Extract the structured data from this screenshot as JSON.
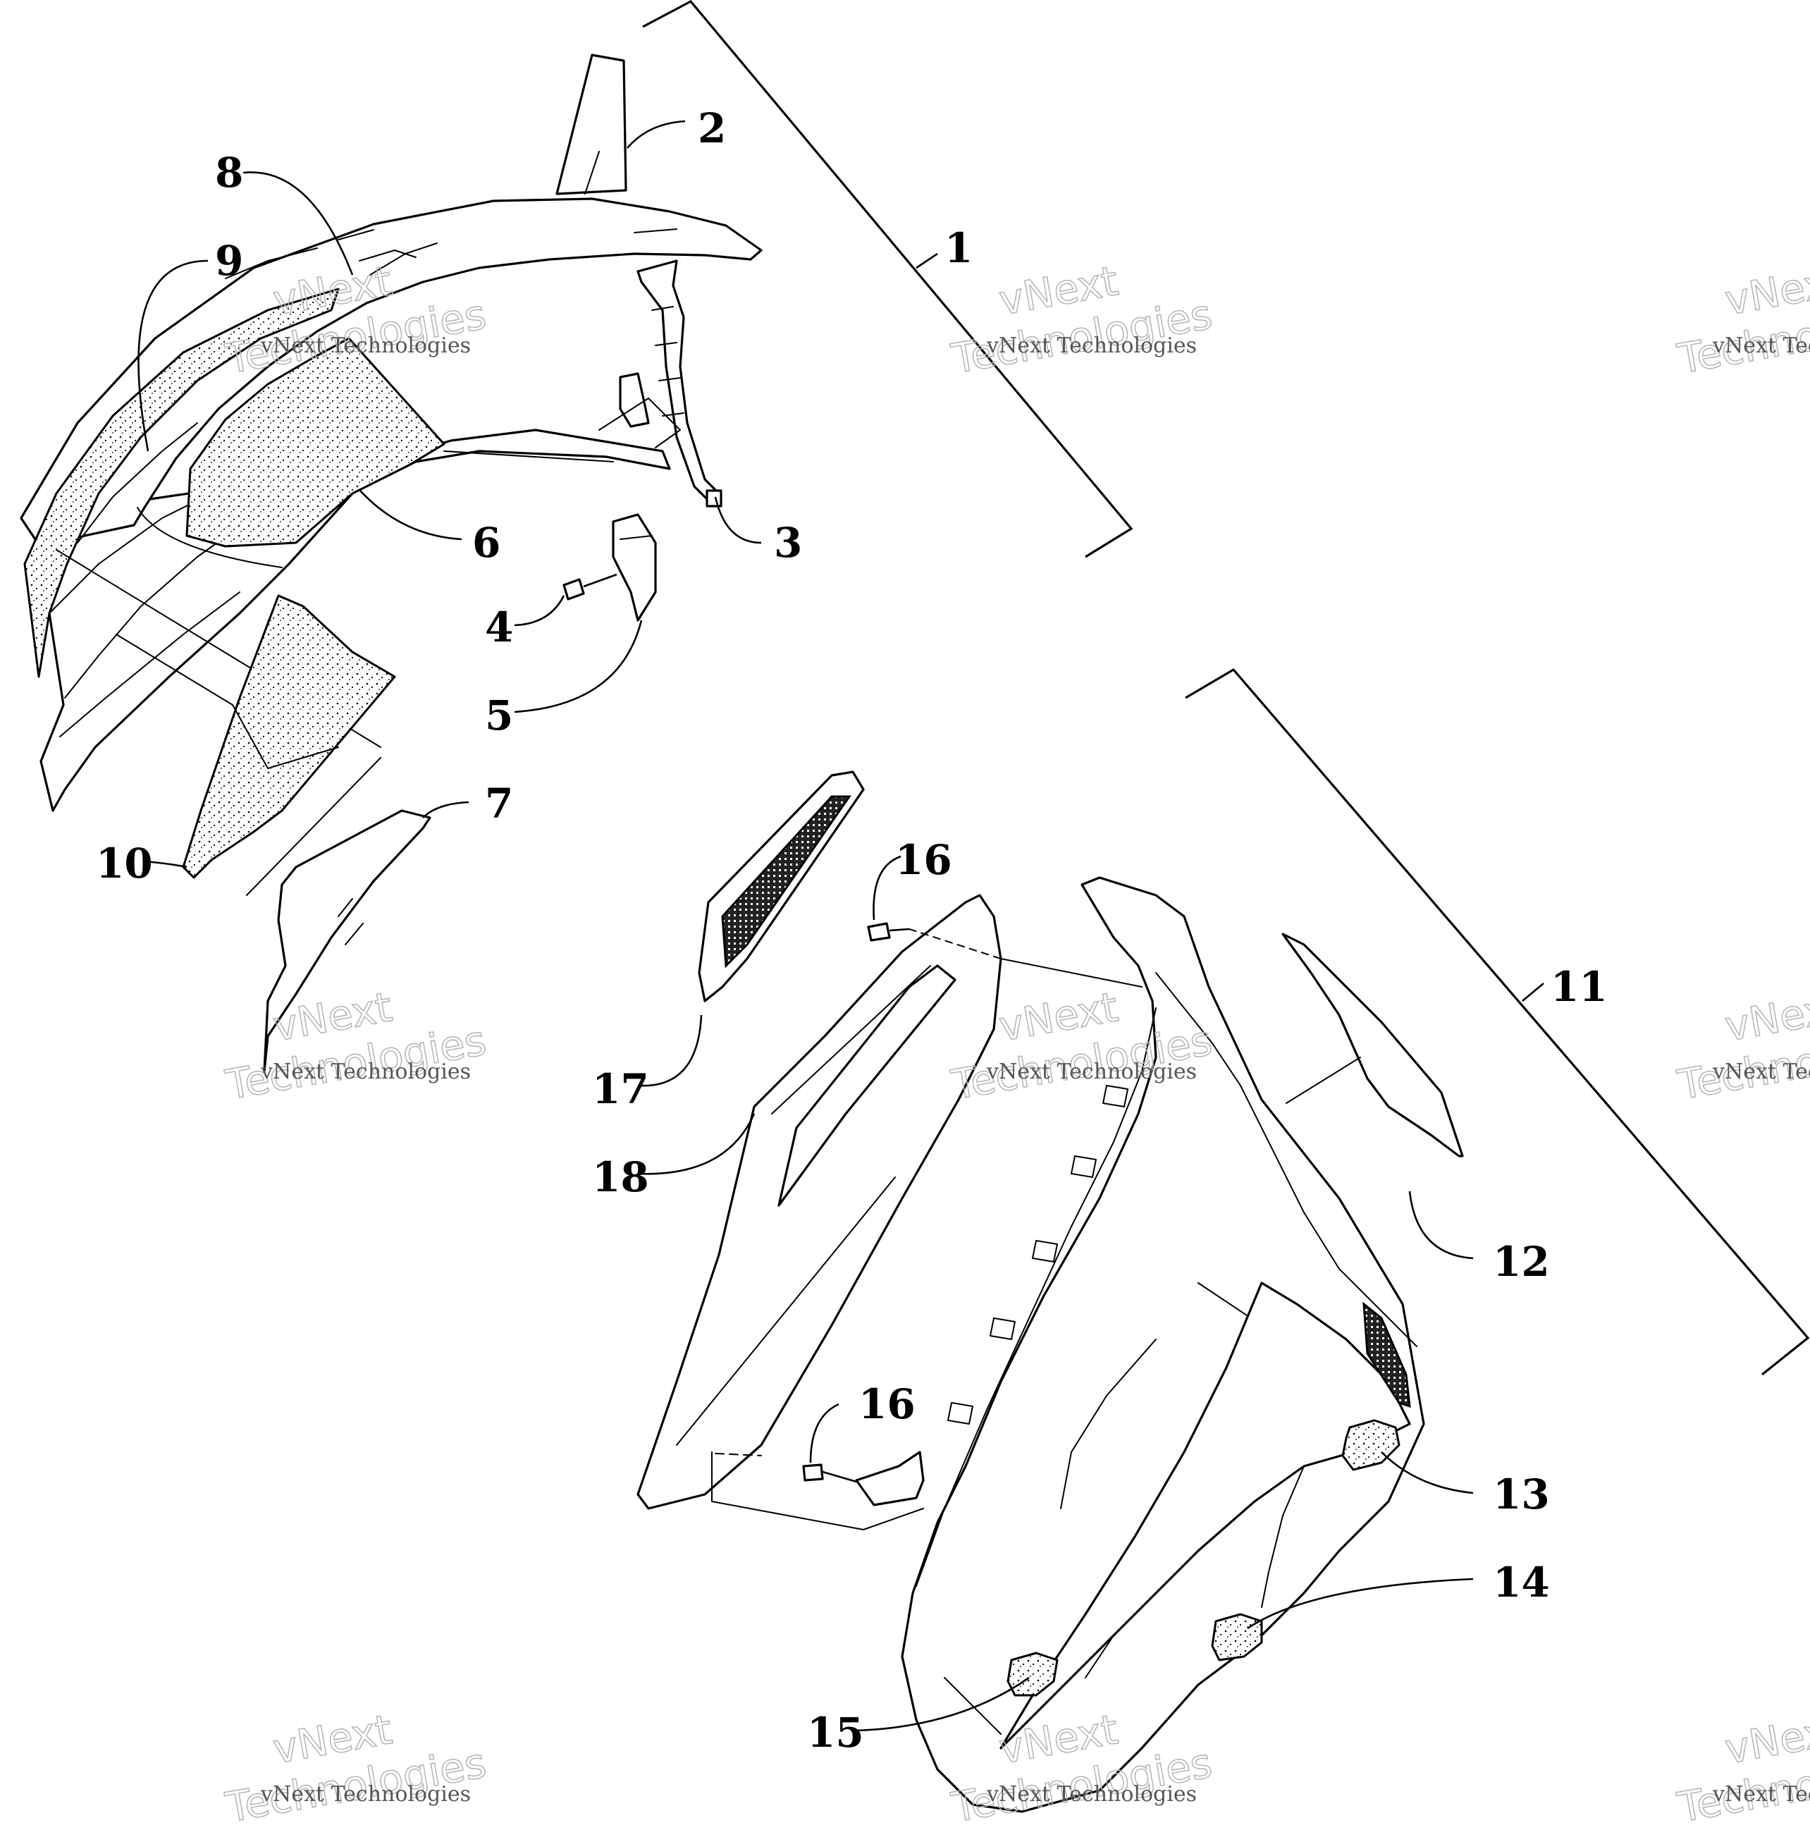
{
  "callouts": {
    "c1": "1",
    "c2": "2",
    "c3": "3",
    "c4": "4",
    "c5": "5",
    "c6": "6",
    "c7": "7",
    "c8": "8",
    "c9": "9",
    "c10": "10",
    "c11": "11",
    "c12": "12",
    "c13": "13",
    "c14": "14",
    "c15": "15",
    "c16a": "16",
    "c16b": "16",
    "c17": "17",
    "c18": "18"
  },
  "watermark": {
    "brand_line1": "vNext",
    "brand_line2": "Technologies",
    "brand_small": "vNext Technologies"
  }
}
